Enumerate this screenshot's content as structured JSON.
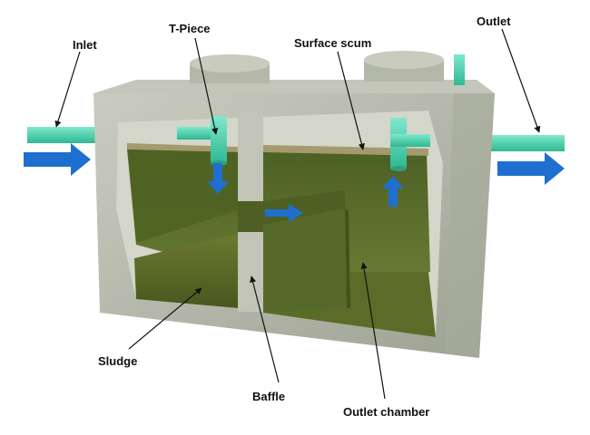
{
  "labels": {
    "inlet": "Inlet",
    "t_piece": "T-Piece",
    "surface_scum": "Surface scum",
    "outlet": "Outlet",
    "sludge": "Sludge",
    "baffle": "Baffle",
    "outlet_chamber": "Outlet chamber"
  },
  "colors": {
    "concrete": "#b9bcae",
    "concrete_dark": "#8f9384",
    "liquid": "#586c2a",
    "sludge": "#57662a",
    "pipe": "#52d6b4",
    "arrow": "#1f6fd0",
    "scum": "#a39a6e"
  }
}
